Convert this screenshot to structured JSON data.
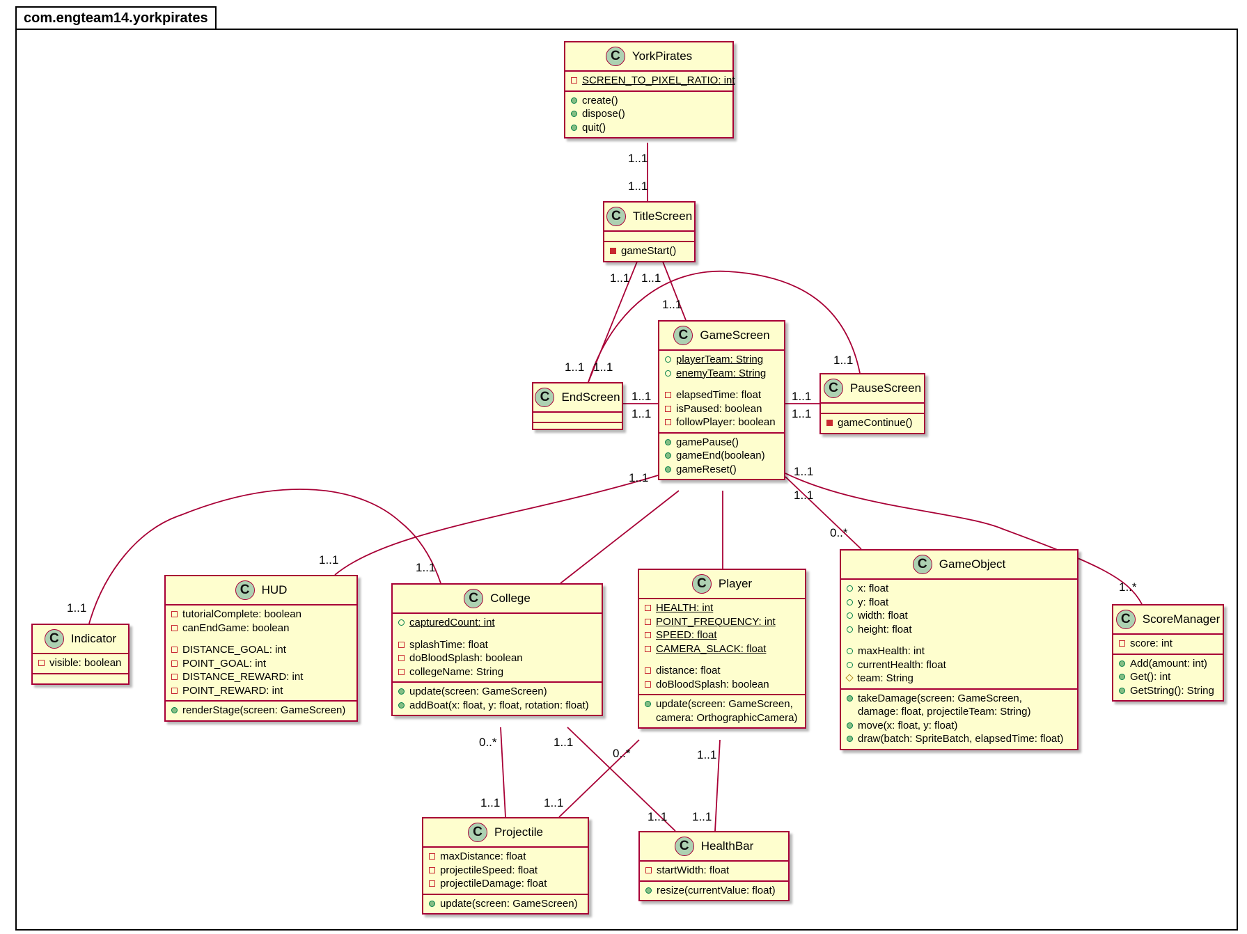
{
  "package": {
    "name": "com.engteam14.yorkpirates"
  },
  "colors": {
    "class_fill": "#fefece",
    "class_border": "#a80036",
    "badge_fill": "#add1b2",
    "link": "#a80036"
  },
  "classes": {
    "yorkpirates": {
      "name": "YorkPirates",
      "attrs": [
        {
          "vis": "priv",
          "text": "SCREEN_TO_PIXEL_RATIO: int",
          "static": true
        }
      ],
      "methods": [
        {
          "vis": "pubm",
          "text": "create()"
        },
        {
          "vis": "pubm",
          "text": "dispose()"
        },
        {
          "vis": "pubm",
          "text": "quit()"
        }
      ]
    },
    "titlescreen": {
      "name": "TitleScreen",
      "attrs": [],
      "methods": [
        {
          "vis": "privm",
          "text": "gameStart()"
        }
      ]
    },
    "gamescreen": {
      "name": "GameScreen",
      "attrs": [
        {
          "vis": "pub",
          "text": "playerTeam: String",
          "static": true
        },
        {
          "vis": "pub",
          "text": "enemyTeam: String",
          "static": true
        },
        {
          "gap": true
        },
        {
          "vis": "priv",
          "text": "elapsedTime: float"
        },
        {
          "vis": "priv",
          "text": "isPaused: boolean"
        },
        {
          "vis": "priv",
          "text": "followPlayer: boolean"
        }
      ],
      "methods": [
        {
          "vis": "pubm",
          "text": "gamePause()"
        },
        {
          "vis": "pubm",
          "text": "gameEnd(boolean)"
        },
        {
          "vis": "pubm",
          "text": "gameReset()"
        }
      ]
    },
    "endscreen": {
      "name": "EndScreen",
      "attrs": [],
      "methods": []
    },
    "pausescreen": {
      "name": "PauseScreen",
      "attrs": [],
      "methods": [
        {
          "vis": "privm",
          "text": "gameContinue()"
        }
      ]
    },
    "indicator": {
      "name": "Indicator",
      "attrs": [
        {
          "vis": "priv",
          "text": "visible: boolean"
        }
      ],
      "methods": []
    },
    "hud": {
      "name": "HUD",
      "attrs": [
        {
          "vis": "priv",
          "text": "tutorialComplete: boolean"
        },
        {
          "vis": "priv",
          "text": "canEndGame: boolean"
        },
        {
          "gap": true
        },
        {
          "vis": "priv",
          "text": "DISTANCE_GOAL: int"
        },
        {
          "vis": "priv",
          "text": "POINT_GOAL: int"
        },
        {
          "vis": "priv",
          "text": "DISTANCE_REWARD: int"
        },
        {
          "vis": "priv",
          "text": "POINT_REWARD: int"
        }
      ],
      "methods": [
        {
          "vis": "pubm",
          "text": "renderStage(screen: GameScreen)"
        }
      ]
    },
    "college": {
      "name": "College",
      "attrs": [
        {
          "vis": "pub",
          "text": "capturedCount: int",
          "static": true
        },
        {
          "gap": true
        },
        {
          "vis": "priv",
          "text": "splashTime: float"
        },
        {
          "vis": "priv",
          "text": "doBloodSplash: boolean"
        },
        {
          "vis": "priv",
          "text": "collegeName: String"
        }
      ],
      "methods": [
        {
          "vis": "pubm",
          "text": "update(screen: GameScreen)"
        },
        {
          "vis": "pubm",
          "text": "addBoat(x: float, y: float, rotation: float)"
        }
      ]
    },
    "player": {
      "name": "Player",
      "attrs": [
        {
          "vis": "priv",
          "text": "HEALTH: int",
          "static": true
        },
        {
          "vis": "priv",
          "text": "POINT_FREQUENCY: int",
          "static": true
        },
        {
          "vis": "priv",
          "text": "SPEED: float",
          "static": true
        },
        {
          "vis": "priv",
          "text": "CAMERA_SLACK: float",
          "static": true
        },
        {
          "gap": true
        },
        {
          "vis": "priv",
          "text": "distance: float"
        },
        {
          "vis": "priv",
          "text": "doBloodSplash: boolean"
        }
      ],
      "methods": [
        {
          "vis": "pubm",
          "text": "update(screen: GameScreen,\ncamera: OrthographicCamera)"
        }
      ]
    },
    "gameobject": {
      "name": "GameObject",
      "attrs": [
        {
          "vis": "pub",
          "text": "x: float"
        },
        {
          "vis": "pub",
          "text": "y: float"
        },
        {
          "vis": "pub",
          "text": "width: float"
        },
        {
          "vis": "pub",
          "text": "height: float"
        },
        {
          "gap": true
        },
        {
          "vis": "pub",
          "text": "maxHealth: int"
        },
        {
          "vis": "pub",
          "text": "currentHealth: float"
        },
        {
          "vis": "prot",
          "text": "team: String"
        }
      ],
      "methods": [
        {
          "vis": "pubm",
          "text": "takeDamage(screen: GameScreen,\ndamage: float, projectileTeam: String)"
        },
        {
          "vis": "pubm",
          "text": "move(x: float, y: float)"
        },
        {
          "vis": "pubm",
          "text": "draw(batch: SpriteBatch, elapsedTime: float)"
        }
      ]
    },
    "scoremanager": {
      "name": "ScoreManager",
      "attrs": [
        {
          "vis": "priv",
          "text": "score: int"
        }
      ],
      "methods": [
        {
          "vis": "pubm",
          "text": "Add(amount: int)"
        },
        {
          "vis": "pubm",
          "text": "Get(): int"
        },
        {
          "vis": "pubm",
          "text": "GetString(): String"
        }
      ]
    },
    "projectile": {
      "name": "Projectile",
      "attrs": [
        {
          "vis": "priv",
          "text": "maxDistance: float"
        },
        {
          "vis": "priv",
          "text": "projectileSpeed: float"
        },
        {
          "vis": "priv",
          "text": "projectileDamage: float"
        }
      ],
      "methods": [
        {
          "vis": "pubm",
          "text": "update(screen: GameScreen)"
        }
      ]
    },
    "healthbar": {
      "name": "HealthBar",
      "attrs": [
        {
          "vis": "priv",
          "text": "startWidth: float"
        }
      ],
      "methods": [
        {
          "vis": "pubm",
          "text": "resize(currentValue: float)"
        }
      ]
    }
  },
  "multiplicities": {
    "yp_top": "1..1",
    "ts_bottom": "1..1",
    "ts_es": "1..1",
    "ts_ps": "1..1",
    "ts_gs": "1..1",
    "es_ts": "1..1",
    "es_ps": "1..1",
    "ps_ts": "1..1",
    "es_gs_a": "1..1",
    "es_gs_b": "1..1",
    "gs_ps_a": "1..1",
    "gs_ps_b": "1..1",
    "gs_left": "1..1",
    "gs_go": "1..1",
    "gs_sm": "1..1",
    "go_top": "0..*",
    "sm_top": "1..*",
    "ind_top": "1..1",
    "hud_top": "1..1",
    "col_top": "1..1",
    "col_proj": "0..*",
    "col_hb": "1..1",
    "pl_proj": "0..*",
    "pl_hb": "1..1",
    "proj_col": "1..1",
    "proj_pl": "1..1",
    "hb_col": "1..1",
    "hb_pl": "1..1"
  }
}
